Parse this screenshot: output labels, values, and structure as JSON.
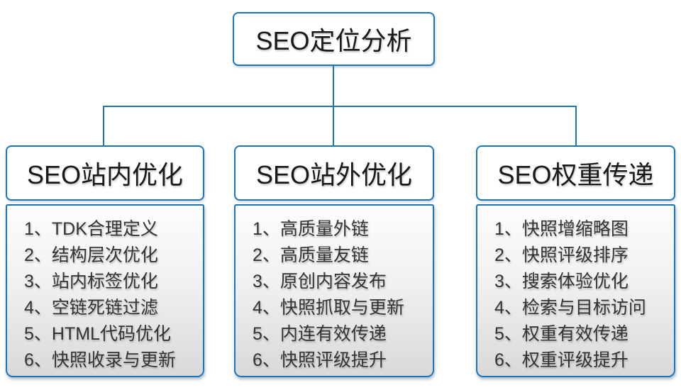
{
  "colors": {
    "accent": "#1b75bb"
  },
  "root": {
    "title": "SEO定位分析"
  },
  "columns": [
    {
      "title": "SEO站内优化",
      "items": [
        "1、TDK合理定义",
        "2、结构层次优化",
        "3、站内标签优化",
        "4、空链死链过滤",
        "5、HTML代码优化",
        "6、快照收录与更新"
      ]
    },
    {
      "title": "SEO站外优化",
      "items": [
        "1、高质量外链",
        "2、高质量友链",
        "3、原创内容发布",
        "4、快照抓取与更新",
        "5、内连有效传递",
        "6、快照评级提升"
      ]
    },
    {
      "title": "SEO权重传递",
      "items": [
        "1、快照增缩略图",
        "2、快照评级排序",
        "3、搜索体验优化",
        "4、检索与目标访问",
        "5、权重有效传递",
        "6、权重评级提升"
      ]
    }
  ]
}
